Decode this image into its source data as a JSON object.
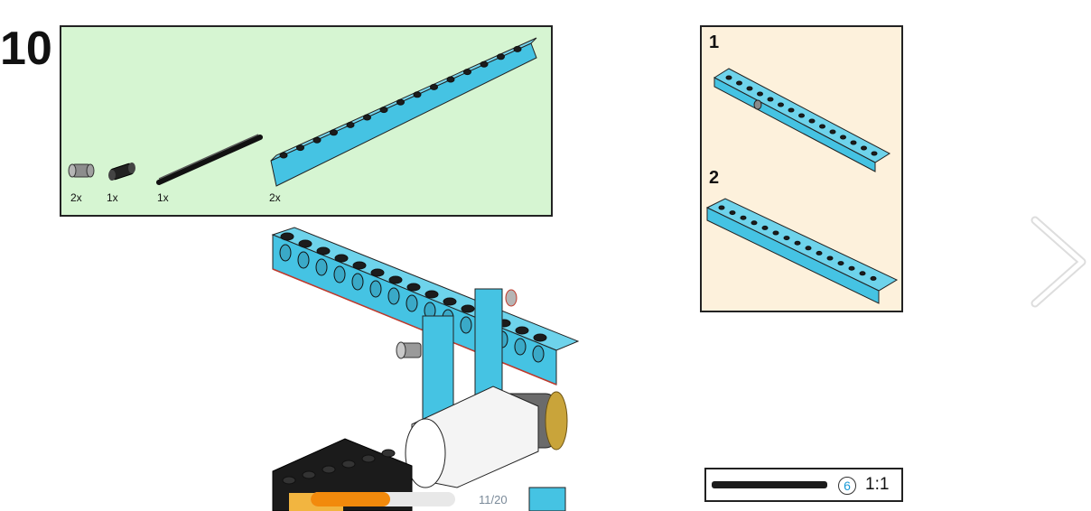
{
  "step": {
    "number": "10"
  },
  "parts": {
    "items": [
      {
        "name": "bush",
        "quantity": "2x"
      },
      {
        "name": "connector-peg",
        "quantity": "1x"
      },
      {
        "name": "axle",
        "quantity": "1x"
      },
      {
        "name": "technic-beam",
        "quantity": "2x"
      }
    ]
  },
  "substeps": [
    {
      "number": "1"
    },
    {
      "number": "2"
    }
  ],
  "scale": {
    "count": "6",
    "ratio": "1:1"
  },
  "progress": {
    "current": 11,
    "total": 20,
    "fraction": 0.55,
    "label": "11/20"
  },
  "navigation": {
    "next_icon": "chevron-right-icon"
  },
  "colors": {
    "brick": "#45c3e3",
    "parts_bg": "#d6f5d2",
    "substep_bg": "#fdf1dc",
    "progress": "#f28a0c"
  }
}
